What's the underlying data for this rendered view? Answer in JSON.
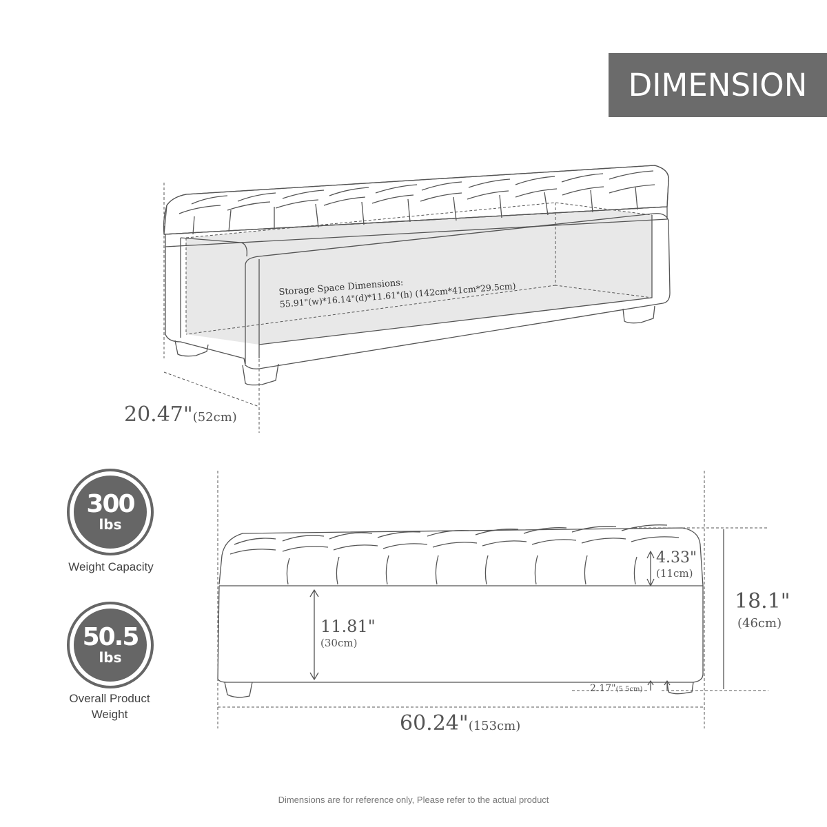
{
  "banner": {
    "title": "DIMENSION"
  },
  "storage": {
    "line1": "Storage Space Dimensions:",
    "line2": "55.91\"(w)*16.14\"(d)*11.61\"(h)  (142cm*41cm*29.5cm)"
  },
  "dimensions": {
    "depth": {
      "value": "20.47\"",
      "metric": "(52cm)"
    },
    "width": {
      "value": "60.24\"",
      "metric": "(153cm)"
    },
    "height": {
      "value": "18.1\"",
      "metric": "(46cm)"
    },
    "cushion": {
      "value": "4.33\"",
      "metric": "(11cm)"
    },
    "body": {
      "value": "11.81\"",
      "metric": "(30cm)"
    },
    "leg": {
      "value": "2.17\"",
      "metric": "(5.5cm)"
    }
  },
  "badges": {
    "capacity": {
      "number": "300",
      "unit": "lbs",
      "label": "Weight Capacity"
    },
    "weight": {
      "number": "50.5",
      "unit": "lbs",
      "label": "Overall Product Weight"
    }
  },
  "footnote": "Dimensions are for reference only, Please refer to the actual product",
  "colors": {
    "banner": "#6b6b6b",
    "badge": "#666666",
    "line": "#555555",
    "storage_fill": "#e8e8e8"
  }
}
